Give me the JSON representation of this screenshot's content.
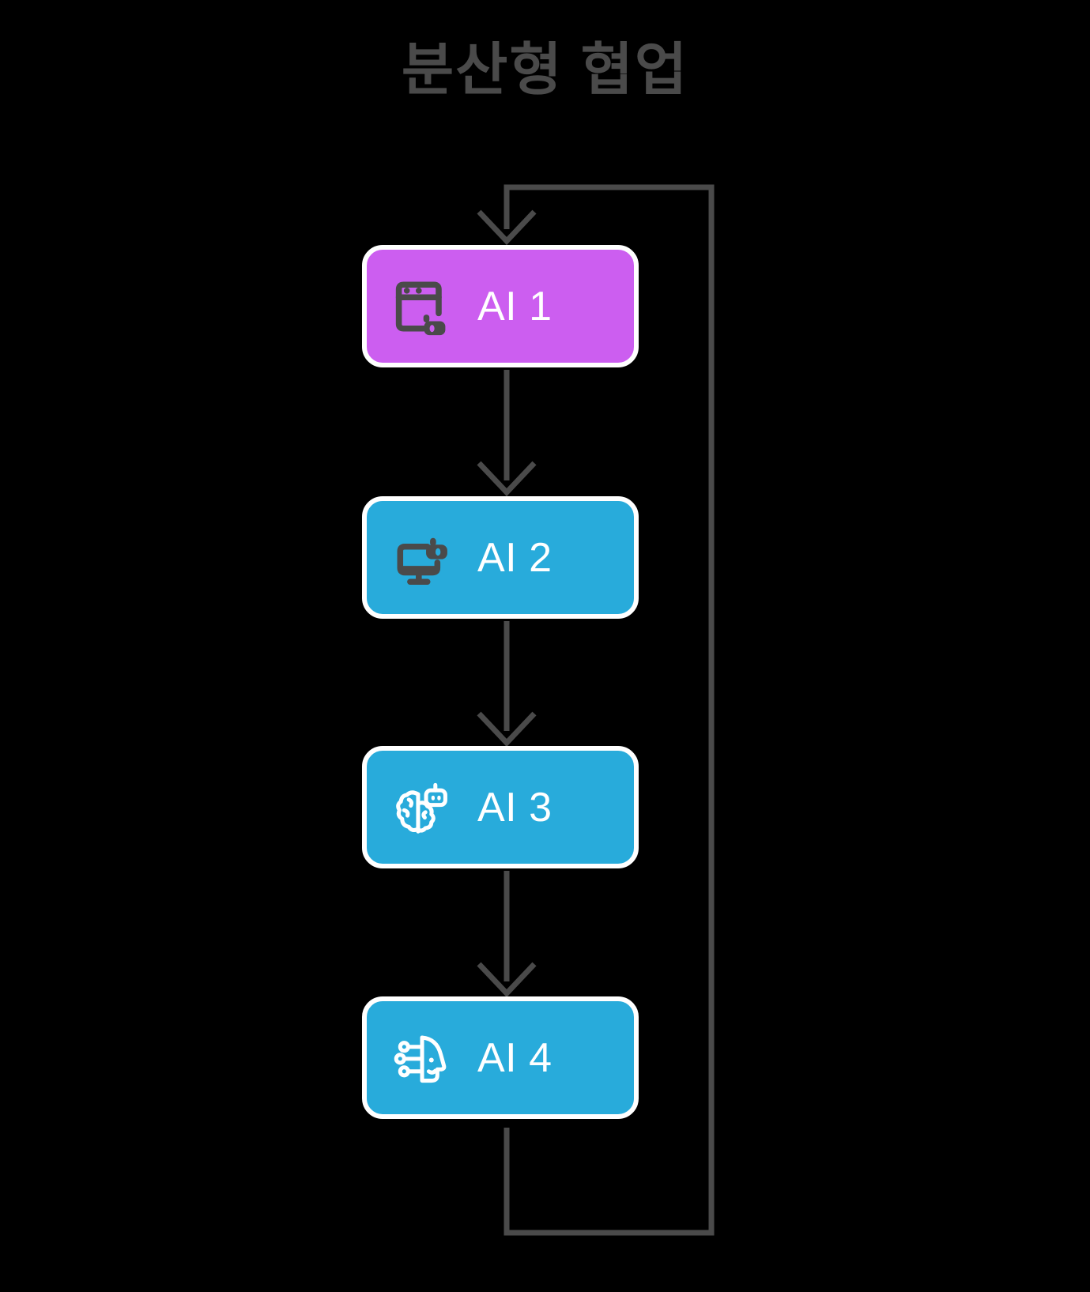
{
  "diagram": {
    "title": "분산형 협업",
    "type": "flowchart-vertical-cycle",
    "background_color": "#000000",
    "title_color": "#4a4a4a",
    "connector_color": "#4a4a4a",
    "node_border_color": "#ffffff",
    "nodes": [
      {
        "id": "ai-1",
        "label": "AI 1",
        "color": "#cc5ef0",
        "icon": "browser-window-robot-icon",
        "icon_color": "#4a4a4a",
        "label_color": "#ffffff"
      },
      {
        "id": "ai-2",
        "label": "AI 2",
        "color": "#28abdb",
        "icon": "monitor-robot-icon",
        "icon_color": "#4a4a4a",
        "label_color": "#ffffff"
      },
      {
        "id": "ai-3",
        "label": "AI 3",
        "color": "#28abdb",
        "icon": "brain-robot-icon",
        "icon_color": "#ffffff",
        "label_color": "#ffffff"
      },
      {
        "id": "ai-4",
        "label": "AI 4",
        "color": "#28abdb",
        "icon": "ai-face-circuit-icon",
        "icon_color": "#ffffff",
        "label_color": "#ffffff"
      }
    ],
    "edges": [
      {
        "id": "edge-ai1-ai2",
        "from": "ai-1",
        "to": "ai-2",
        "style": "straight-arrow-down"
      },
      {
        "id": "edge-ai2-ai3",
        "from": "ai-2",
        "to": "ai-3",
        "style": "straight-arrow-down"
      },
      {
        "id": "edge-ai3-ai4",
        "from": "ai-3",
        "to": "ai-4",
        "style": "straight-arrow-down"
      },
      {
        "id": "edge-feedback-loop",
        "from": "ai-4",
        "to": "ai-1",
        "style": "orthogonal-loop-right-arrow-down"
      }
    ]
  }
}
